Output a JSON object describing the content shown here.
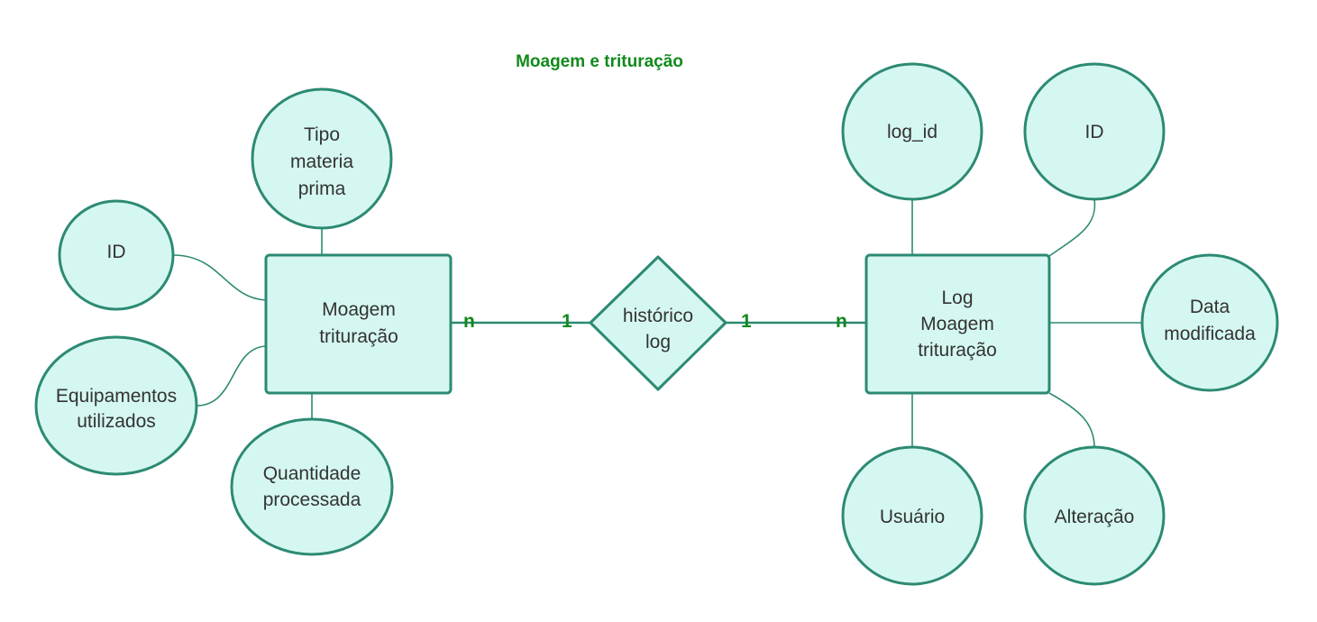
{
  "diagram": {
    "title": "Moagem e trituração",
    "entity_left": {
      "lines": [
        "Moagem",
        "trituração"
      ]
    },
    "entity_right": {
      "lines": [
        "Log",
        "Moagem",
        "trituração"
      ]
    },
    "relationship": {
      "lines": [
        "histórico",
        "log"
      ]
    },
    "cardinalities": {
      "left_entity_side": "n",
      "left_relationship_side": "1",
      "right_relationship_side": "1",
      "right_entity_side": "n"
    },
    "attributes_left": {
      "tipo": [
        "Tipo",
        "materia",
        "prima"
      ],
      "id": [
        "ID"
      ],
      "equipamentos": [
        "Equipamentos",
        "utilizados"
      ],
      "quantidade": [
        "Quantidade",
        "processada"
      ]
    },
    "attributes_right": {
      "log_id": [
        "log_id"
      ],
      "id": [
        "ID"
      ],
      "data": [
        "Data",
        "modificada"
      ],
      "usuario": [
        "Usuário"
      ],
      "alteracao": [
        "Alteração"
      ]
    },
    "colors": {
      "fill": "#d5f7f1",
      "stroke": "#2c8a73",
      "title": "#118a1c",
      "text": "#333333"
    }
  }
}
